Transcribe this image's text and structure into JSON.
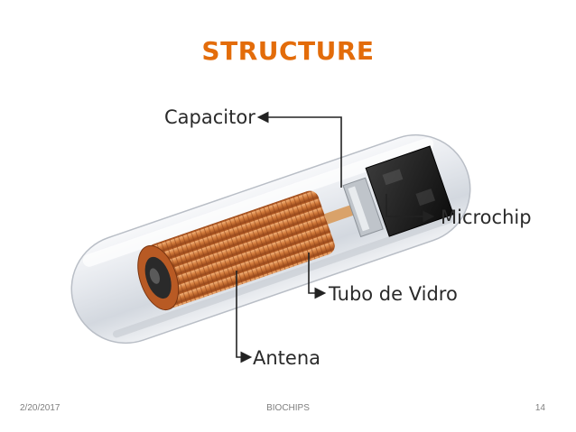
{
  "slide": {
    "title": "STRUCTURE"
  },
  "diagram": {
    "labels": {
      "capacitor": "Capacitor",
      "microchip": "Microchip",
      "tube": "Tubo de Vidro",
      "antenna": "Antena"
    }
  },
  "footer": {
    "date": "2/20/2017",
    "center": "BIOCHIPS",
    "page": "14"
  },
  "colors": {
    "title": "#E36C0A",
    "coil": "#C8692A",
    "chip": "#1A1A1A"
  }
}
